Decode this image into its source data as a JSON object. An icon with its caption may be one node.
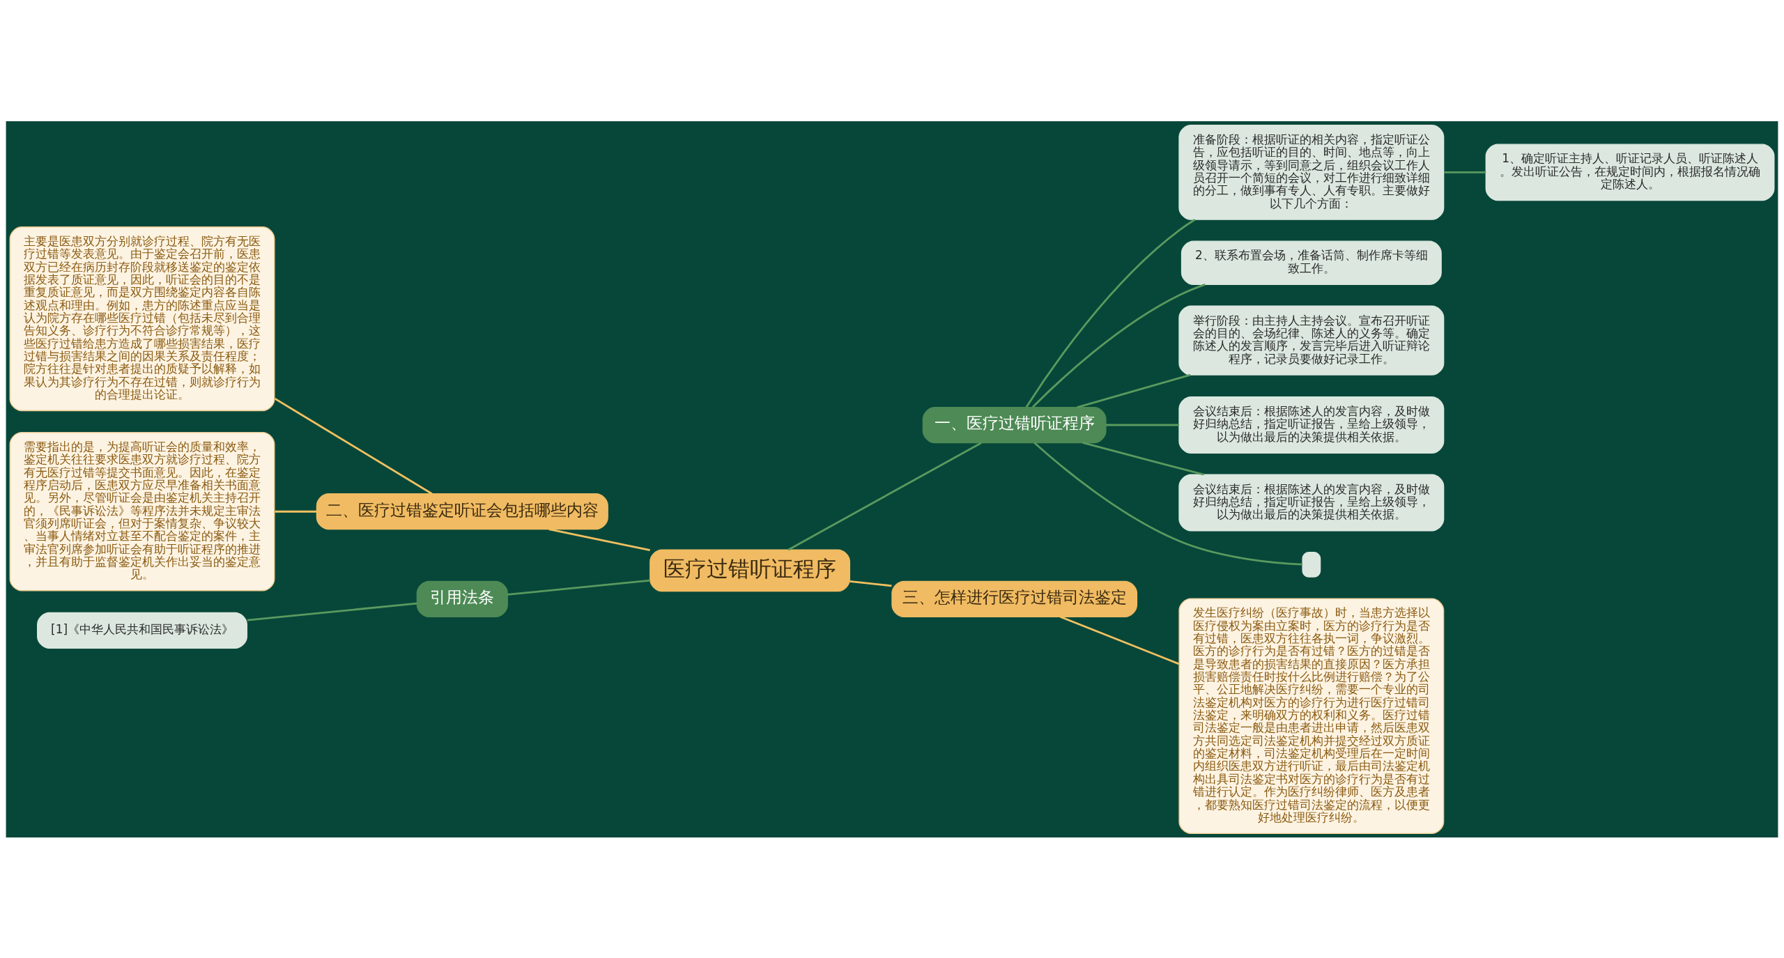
{
  "diagram": {
    "nodes": [
      {
        "text": [
          "医疗过错听证程序"
        ]
      },
      {
        "text": [
          "一、医疗过错听证程序"
        ]
      },
      {
        "text": [
          "准备阶段：根据听证的相关内容，指定听证公告，应包括听证的目的、时间、地点等，向上级领导请示，等到同意之后，组织会议工作人员召开一个简短的会议，对工作进行细致详细的分工，做到事有专人、人有专职。主要做好以下几个方面："
        ]
      },
      {
        "text": [
          "1、确定听证主持人、听证记录人员、听证陈述人。发出听证公告，在规定时间内，根据报名情况确定陈述人。"
        ]
      },
      {
        "text": [
          "2、联系布置会场，准备话筒、制作席卡等细致工作。"
        ]
      },
      {
        "text": [
          "举行阶段：由主持人主持会议。宣布召开听证会的目的、会场纪律、陈述人的义务等。确定陈述人的发言顺序，发言完毕后进入听证辩论程序，记录员要做好记录工作。"
        ]
      },
      {
        "text": [
          "会议结束后：根据陈述人的发言内容，及时做好归纳总结，指定听证报告，呈给上级领导，以为做出最后的决策提供相关依据。"
        ]
      },
      {
        "text": [
          "会议结束后：根据陈述人的发言内容，及时做好归纳总结，指定听证报告，呈给上级领导，以为做出最后的决策提供相关依据。"
        ]
      },
      {
        "text": [],
        "shape": "box"
      },
      {
        "text": [
          "二、医疗过错鉴定听证会包括哪些内容"
        ]
      },
      {
        "text": [
          "主要是医患双方分别就诊疗过程、院方有无医疗过错等发表意见。由于鉴定会召开前，医患双方已经在病历封存阶段就移送鉴定的鉴定依据发表了质证意见，因此，听证会的目的不是重复质证意见，而是双方围绕鉴定内容各自陈述观点和理由。例如，患方的陈述重点应当是认为院方存在哪些医疗过错（包括未尽到合理告知义务、诊疗行为不符合诊疗常规等），这些医疗过错给患方造成了哪些损害结果，医疗过错与损害结果之间的因果关系及责任程度；院方往往是针对患者提出的质疑予以解释，如果认为其诊疗行为不存在过错，则就诊疗行为的合理提出论证。"
        ]
      },
      {
        "text": [
          "需要指出的是，为提高听证会的质量和效率，鉴定机关往往要求医患双方就诊疗过程、院方有无医疗过错等提交书面意见。因此，在鉴定程序启动后，医患双方应尽早准备相关书面意见。另外，尽管听证会是由鉴定机关主持召开的，《民事诉讼法》等程序法并未规定主审法官须列席听证会，但对于案情复杂、争议较大、当事人情绪对立甚至不配合鉴定的案件，主审法官列席参加听证会有助于听证程序的推进，并且有助于监督鉴定机关作出妥当的鉴定意见。"
        ]
      },
      {
        "text": [
          "引用法条"
        ]
      },
      {
        "text": [
          "[1]《中华人民共和国民事诉讼法》"
        ]
      },
      {
        "text": [
          "三、怎样进行医疗过错司法鉴定"
        ]
      },
      {
        "text": [
          "发生医疗纠纷（医疗事故）时，当患方选择以医疗侵权为案由立案时，医方的诊疗行为是否有过错，医患双方往往各执一词，争议激烈。医方的诊疗行为是否有过错？医方的过错是否是导致患者的损害结果的直接原因？医方承担损害赔偿责任时按什么比例进行赔偿？为了公平、公正地解决医疗纠纷，需要一个专业的司法鉴定机构对医方的诊疗行为进行医疗过错司法鉴定，来明确双方的权利和义务。医疗过错司法鉴定一般是由患者进出申请，然后医患双方共同选定司法鉴定机构并提交经过双方质证的鉴定材料，司法鉴定机构受理后在一定时间内组织医患双方进行听证，最后由司法鉴定机构出具司法鉴定书对医方的诊疗行为是否有过错进行认定。作为医疗纠纷律师、医方及患者，都要熟知医疗过错司法鉴定的流程，以便更好地处理医疗纠纷。"
        ]
      }
    ],
    "edges": [
      {
        "from": 0,
        "to": 1,
        "arrow": "none"
      },
      {
        "from": 1,
        "to": 2,
        "arrow": "none"
      },
      {
        "from": 2,
        "to": 3,
        "arrow": "none"
      },
      {
        "from": 1,
        "to": 4,
        "arrow": "none"
      },
      {
        "from": 1,
        "to": 5,
        "arrow": "none"
      },
      {
        "from": 1,
        "to": 6,
        "arrow": "none"
      },
      {
        "from": 1,
        "to": 7,
        "arrow": "none"
      },
      {
        "from": 1,
        "to": 8,
        "arrow": "none"
      },
      {
        "from": 10,
        "to": 9,
        "arrow": "none",
        "color": "#f0c060"
      },
      {
        "from": 11,
        "to": 9,
        "arrow": "none",
        "color": "#f0c060"
      },
      {
        "from": 9,
        "to": 0,
        "arrow": "none",
        "color": "#f0c060"
      },
      {
        "from": 13,
        "to": 12,
        "arrow": "none"
      },
      {
        "from": 12,
        "to": 0,
        "arrow": "none"
      },
      {
        "from": 0,
        "to": 14,
        "arrow": "none",
        "color": "#f0c060"
      },
      {
        "from": 14,
        "to": 15,
        "arrow": "none",
        "color": "#f0c060"
      }
    ]
  }
}
